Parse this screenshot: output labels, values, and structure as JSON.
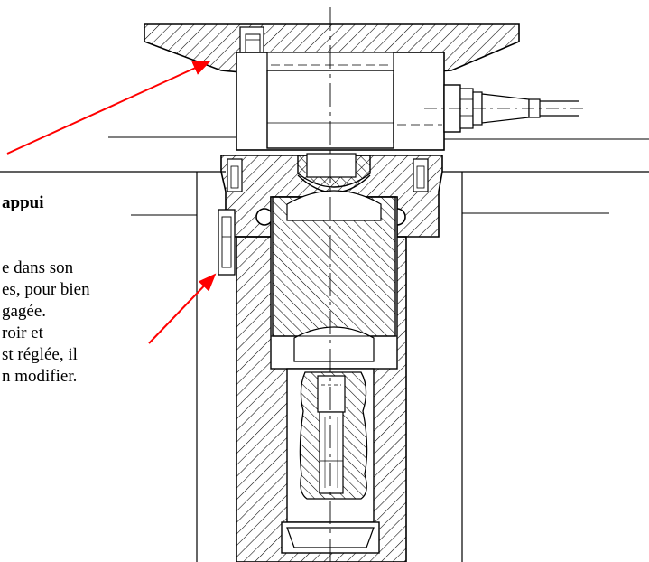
{
  "caption": {
    "heading": "appui",
    "lines": [
      "e dans son",
      "es, pour bien",
      "gagée.",
      "roir et",
      "st réglée, il",
      "n modifier."
    ]
  },
  "colors": {
    "arrow": "#ff0000",
    "line": "#000000",
    "background": "#ffffff"
  }
}
